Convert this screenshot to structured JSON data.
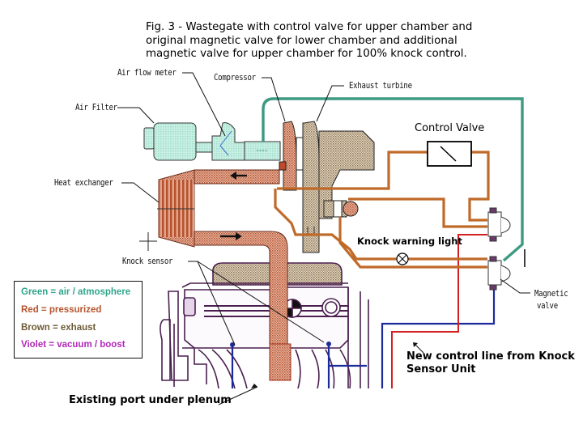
{
  "figure": {
    "title_lines": [
      "Fig. 3 - Wastegate with control valve for upper chamber and",
      "original magnetic valve for lower chamber and additional",
      "magnetic valve for upper chamber for 100% knock control."
    ]
  },
  "component_labels": {
    "air_flow_meter": "Air flow meter",
    "compressor": "Compressor",
    "exhaust_turbine": "Exhaust turbine",
    "air_filter": "Air Filter",
    "heat_exchanger": "Heat exchanger",
    "knock_sensor": "Knock sensor",
    "magnetic_valve_line1": "Magnetic",
    "magnetic_valve_line2": "valve"
  },
  "annotations": {
    "control_valve": "Control Valve",
    "knock_warning_light": "Knock warning light",
    "new_control_line_1": "New control line from Knock",
    "new_control_line_2": "Sensor Unit",
    "existing_port": "Existing port under plenum"
  },
  "legend": {
    "items": [
      {
        "label": "Green = air / atmosphere",
        "color": "#2fa58c"
      },
      {
        "label": "Red = pressurized",
        "color": "#b5532d"
      },
      {
        "label": "Brown = exhaust",
        "color": "#6e5a35"
      },
      {
        "label": "Violet = vacuum / boost",
        "color": "#b02ab8"
      }
    ]
  },
  "colors": {
    "air_line": "#3d9a82",
    "exhaust_line": "#c06a2a",
    "electric_red": "#d42020",
    "electric_blue": "#1c2a9a",
    "pressurized_fill": "#d99a80",
    "air_fill": "#bfeede",
    "exhaust_fill": "#cdb896",
    "engine_outline": "#4a1f4f"
  }
}
